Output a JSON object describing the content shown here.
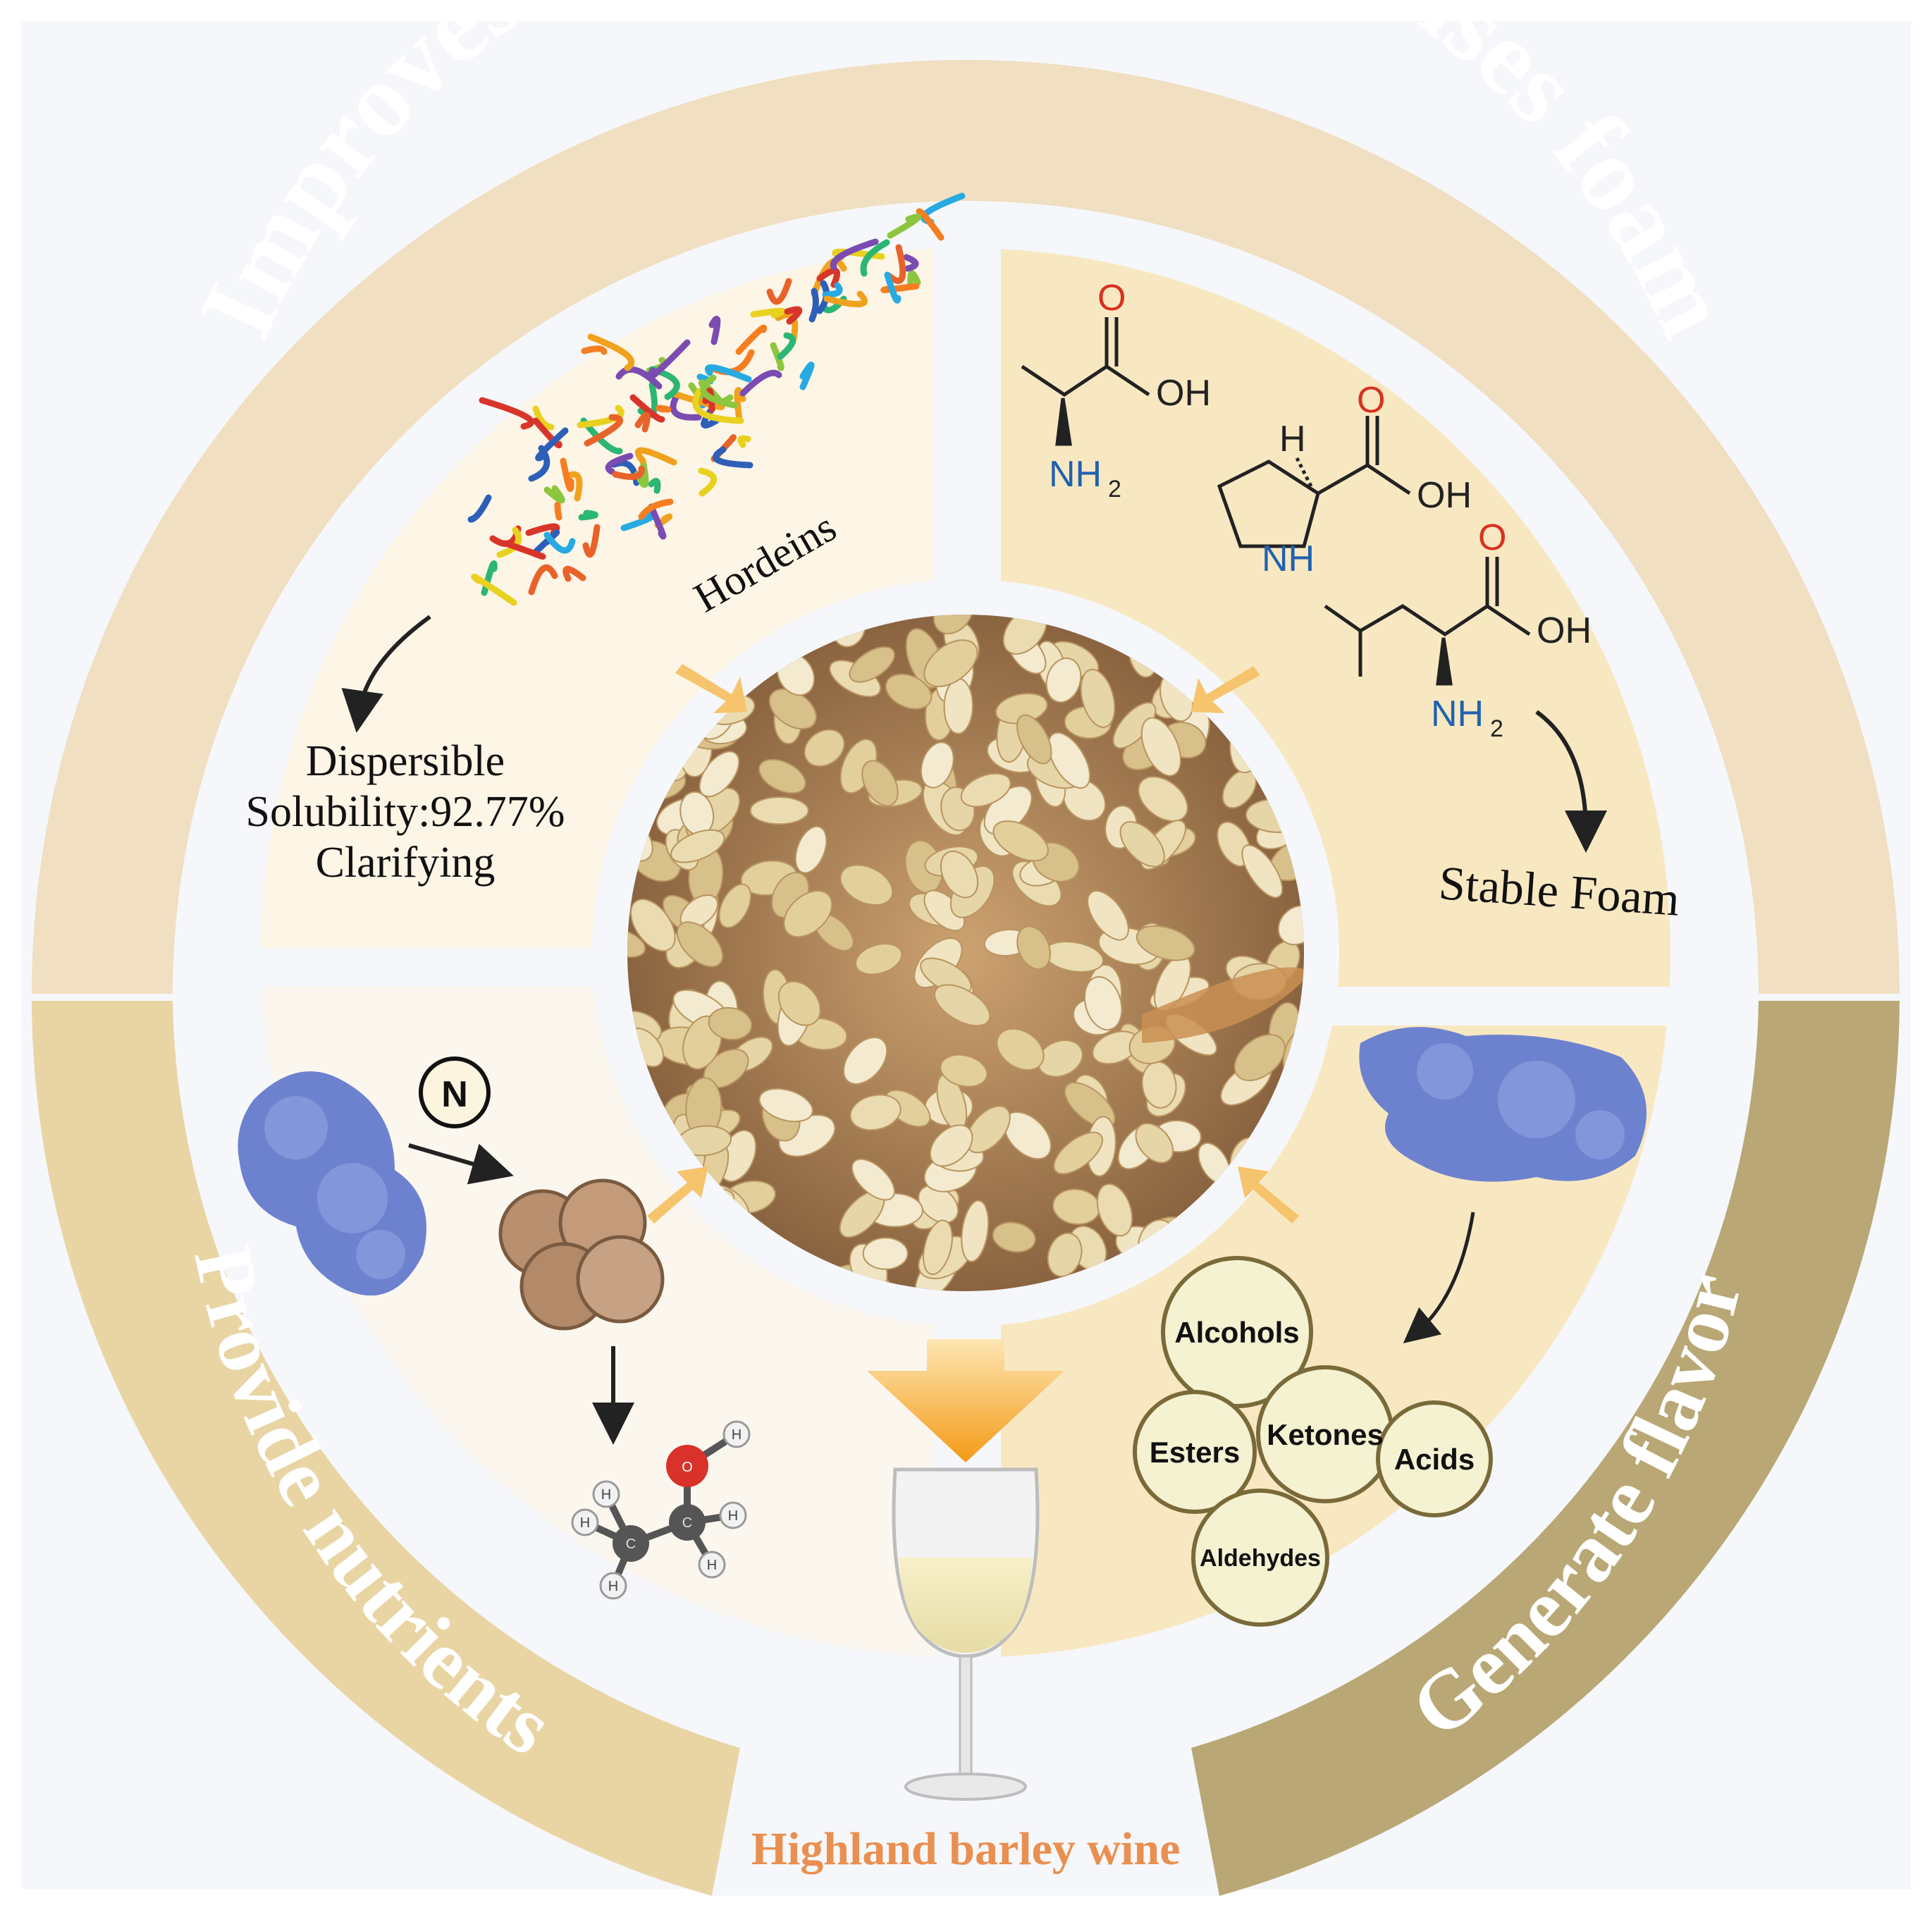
{
  "ring": {
    "top_label": "Improves mouthfeel and stabilises foam",
    "left_label": "Provide nutrients",
    "right_label": "Generate flavor"
  },
  "hordeins": {
    "label": "Hordeins",
    "properties": [
      "Dispersible",
      "Solubility:92.77%",
      "Clarifying"
    ]
  },
  "amino_acids": {
    "atom_labels": {
      "oxygen": "O",
      "hydroxyl": "OH",
      "amine": "NH",
      "subscript": "2",
      "hydrogen": "H"
    },
    "result": "Stable Foam"
  },
  "nutrients": {
    "nitrogen_label": "N",
    "atom_labels": {
      "hydrogen": "H",
      "carbon": "C",
      "oxygen": "O"
    }
  },
  "flavor": {
    "compounds": [
      "Alcohols",
      "Esters",
      "Ketones",
      "Acids",
      "Aldehydes"
    ]
  },
  "product": {
    "label": "Highland barley wine"
  },
  "colors": {
    "outer_ring": "#f0dfc0",
    "left_ring": "#e9d5a4",
    "right_ring": "#b9a875",
    "panel_light": "#fdf5e6",
    "panel_mid": "#f8e8c2",
    "protein_blue": "#6d82cf",
    "orange_accent": "#f4a93e",
    "product_text": "#e98f50"
  }
}
